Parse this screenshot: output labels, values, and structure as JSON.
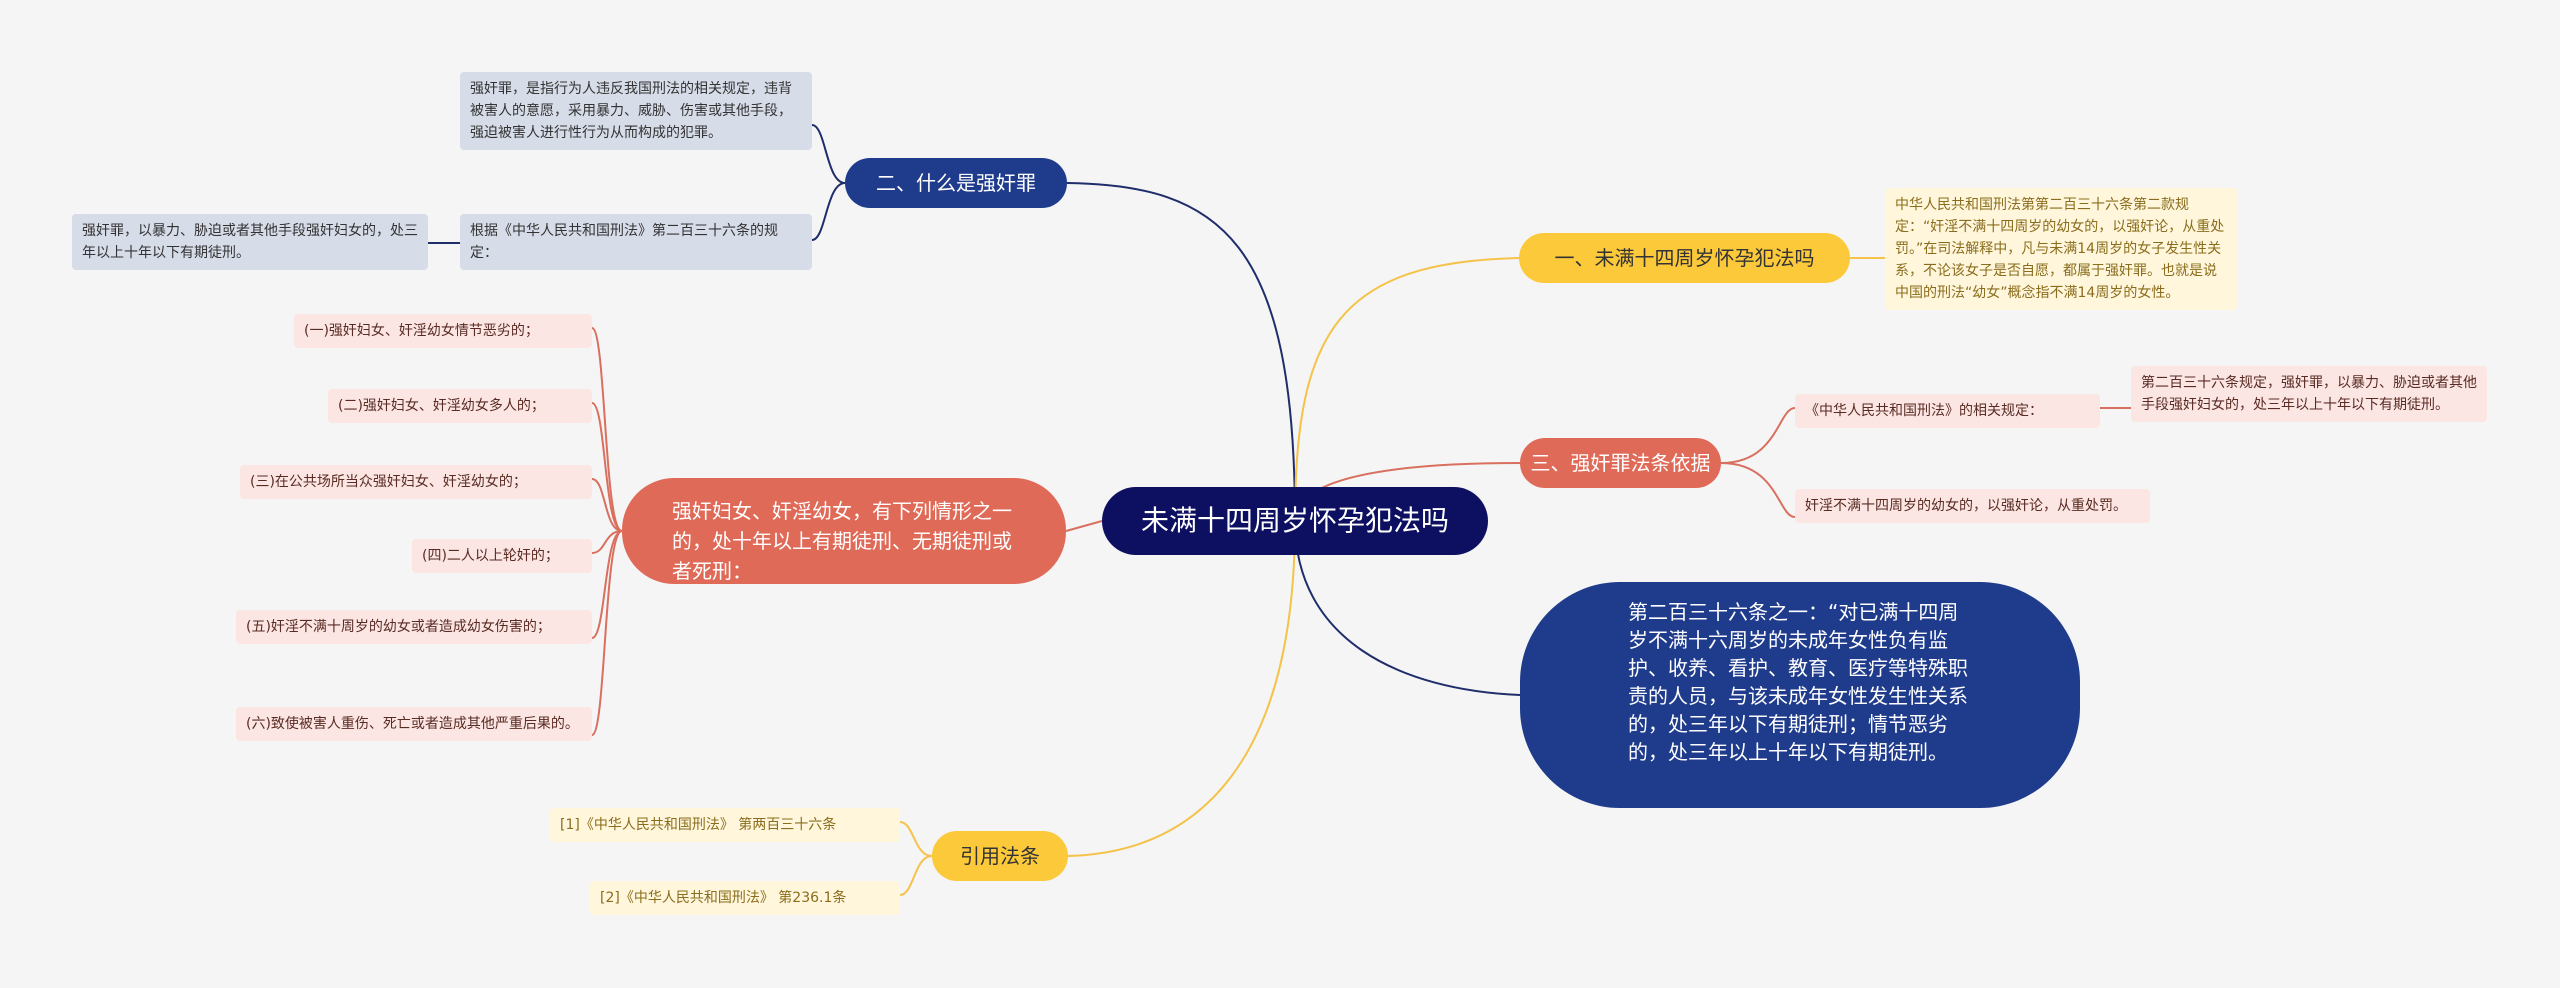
{
  "root": {
    "title": "未满十四周岁怀孕犯法吗"
  },
  "branches": {
    "what_is": {
      "label": "二、什么是强奸罪",
      "leaf_definition": "强奸罪，是指行为人违反我国刑法的相关规定，违背被害人的意愿，采用暴力、威胁、伤害或其他手段，强迫被害人进行性行为从而构成的犯罪。",
      "leaf_basis": "根据《中华人民共和国刑法》第二百三十六条的规定：",
      "leaf_basis_child": "强奸罪，以暴力、胁迫或者其他手段强奸妇女的，处三年以上十年以下有期徒刑。"
    },
    "aggravated": {
      "label": "强奸妇女、奸淫幼女，有下列情形之一的，处十年以上有期徒刑、无期徒刑或者死刑：",
      "items": [
        "(一)强奸妇女、奸淫幼女情节恶劣的；",
        "(二)强奸妇女、奸淫幼女多人的；",
        "(三)在公共场所当众强奸妇女、奸淫幼女的；",
        "(四)二人以上轮奸的；",
        "(五)奸淫不满十周岁的幼女或者造成幼女伤害的；",
        "(六)致使被害人重伤、死亡或者造成其他严重后果的。"
      ]
    },
    "citations": {
      "label": "引用法条",
      "items": [
        "[1]《中华人民共和国刑法》 第两百三十六条",
        "[2]《中华人民共和国刑法》 第236.1条"
      ]
    },
    "under14": {
      "label": "一、未满十四周岁怀孕犯法吗",
      "leaf": "中华人民共和国刑法第第二百三十六条第二款规定：“奸淫不满十四周岁的幼女的，以强奸论，从重处罚。”在司法解释中，凡与未满14周岁的女子发生性关系，不论该女子是否自愿，都属于强奸罪。也就是说中国的刑法“幼女”概念指不满14周岁的女性。"
    },
    "basis": {
      "label": "三、强奸罪法条依据",
      "leaf_law": "《中华人民共和国刑法》的相关规定：",
      "leaf_law_child": "第二百三十六条规定，强奸罪，以暴力、胁迫或者其他手段强奸妇女的，处三年以上十年以下有期徒刑。",
      "leaf_minor": "奸淫不满十四周岁的幼女的，以强奸论，从重处罚。"
    },
    "art236_1": {
      "text": "第二百三十六条之一：“对已满十四周岁不满十六周岁的未成年女性负有监护、收养、看护、教育、医疗等特殊职责的人员，与该未成年女性发生性关系的，处三年以下有期徒刑；情节恶劣的，处三年以上十年以下有期徒刑。"
    }
  },
  "colors": {
    "background": "#f5f5f5",
    "root": "#0d1060",
    "navy": "#1f3b8c",
    "yellow": "#fcc93b",
    "salmon": "#e06a58",
    "edge_navy": "#1f2d6b",
    "edge_yellow": "#f5c24a",
    "edge_salmon": "#d9705f"
  }
}
